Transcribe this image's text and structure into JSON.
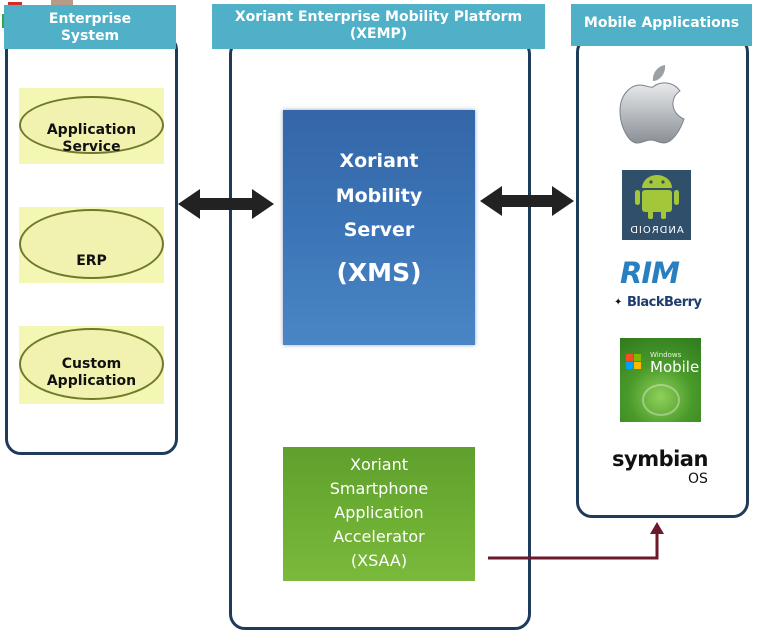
{
  "headers": {
    "enterprise": "Enterprise System",
    "platform": "Xoriant Enterprise Mobility Platform (XEMP)",
    "mobile": "Mobile Applications"
  },
  "enterprise_services": [
    {
      "label": "Application Service",
      "icon": "cubes-icon"
    },
    {
      "label": "ERP",
      "icon": "gears-icon"
    },
    {
      "label": "Custom Application",
      "icon": "wrench-icon"
    }
  ],
  "xms": {
    "line1": "Xoriant",
    "line2": "Mobility",
    "line3": "Server",
    "abbr": "(XMS)"
  },
  "xsaa": {
    "line1": "Xoriant",
    "line2": "Smartphone",
    "line3": "Application",
    "line4": "Accelerator",
    "abbr": "(XSAA)"
  },
  "mobile_platforms": {
    "apple": {
      "icon": "apple-icon"
    },
    "android": {
      "icon": "android-icon",
      "text": "ANDROID"
    },
    "blackberry": {
      "icon": "rim-blackberry-icon",
      "rim": "RIM",
      "text": "BlackBerry"
    },
    "windows": {
      "icon": "windows-mobile-icon",
      "small": "Windows",
      "text": "Mobile"
    },
    "symbian": {
      "icon": "symbian-icon",
      "text": "symbian",
      "os": "OS"
    }
  },
  "colors": {
    "header": "#4fb0c8",
    "border": "#1f3b5a",
    "xms": "#3a73b5",
    "xsaa": "#6cae33",
    "service_bg": "#f4f6b4",
    "connector": "#6b1a2a"
  }
}
